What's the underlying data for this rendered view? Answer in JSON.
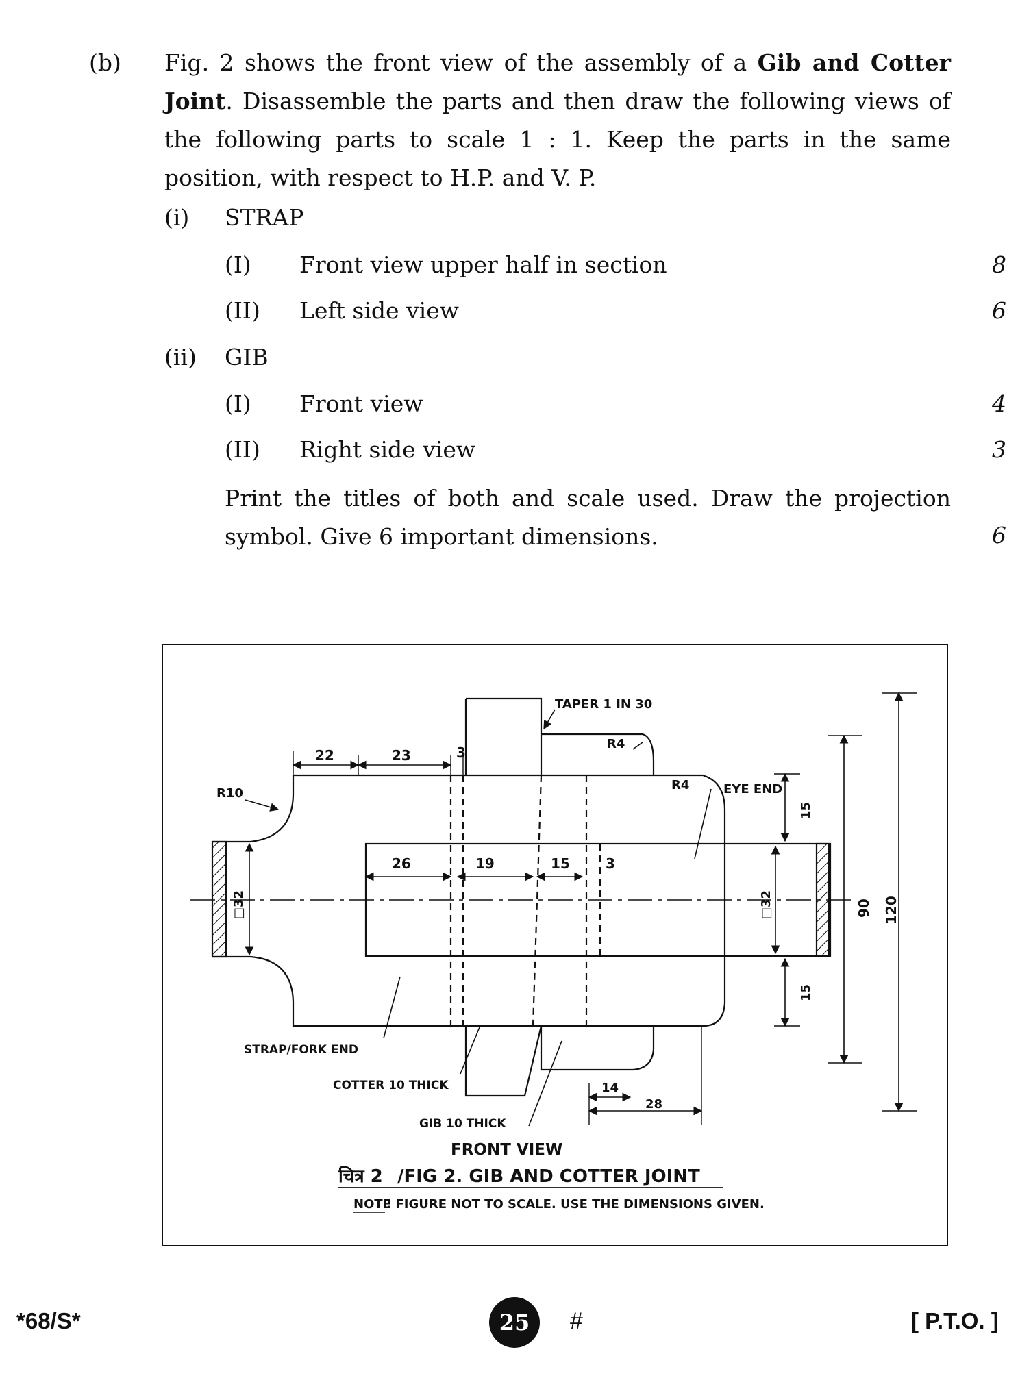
{
  "question": {
    "label": "(b)",
    "intro_pre": "Fig. 2 shows the front view of the assembly of a ",
    "intro_bold": "Gib and Cotter Joint",
    "intro_post": ". Disassemble the parts and then draw the following views of the following parts to scale 1 : 1. Keep the parts in the same position, with respect to H.P. and V. P.",
    "parts": [
      {
        "label": "(i)",
        "name": "STRAP",
        "items": [
          {
            "label": "(I)",
            "text": "Front view upper half in section",
            "marks": "8"
          },
          {
            "label": "(II)",
            "text": "Left side view",
            "marks": "6"
          }
        ]
      },
      {
        "label": "(ii)",
        "name": "GIB",
        "items": [
          {
            "label": "(I)",
            "text": "Front view",
            "marks": "4"
          },
          {
            "label": "(II)",
            "text": "Right side view",
            "marks": "3"
          }
        ]
      }
    ],
    "instruction": "Print the titles of both and scale used. Draw the projection symbol. Give 6 important dimensions.",
    "instruction_marks": "6"
  },
  "figure": {
    "labels": {
      "taper": "TAPER 1 IN 30",
      "r4_top": "R4",
      "r4_right": "R4",
      "r10": "R10",
      "eye_end": "EYE END",
      "strap_fork_end": "STRAP/FORK END",
      "cotter": "COTTER 10 THICK",
      "gib": "GIB 10 THICK"
    },
    "dimensions": {
      "d22": "22",
      "d23": "23",
      "d3_top": "3",
      "d26": "26",
      "d19": "19",
      "d15_mid": "15",
      "d3_mid": "3",
      "sq32_left": "□32",
      "sq32_right": "□32",
      "d15_top": "15",
      "d15_bottom": "15",
      "d90": "90",
      "d120": "120",
      "d14": "14",
      "d28": "28"
    },
    "view_title": "FRONT VIEW",
    "caption_hindi": "चित्र 2",
    "caption_rest": "/FIG 2. GIB AND COTTER JOINT",
    "note_label": "NOTE",
    "note_text": ": FIGURE NOT TO SCALE. USE THE DIMENSIONS GIVEN."
  },
  "footer": {
    "code": "*68/S*",
    "page_number": "25",
    "hash": "#",
    "pto": "[ P.T.O. ]"
  }
}
